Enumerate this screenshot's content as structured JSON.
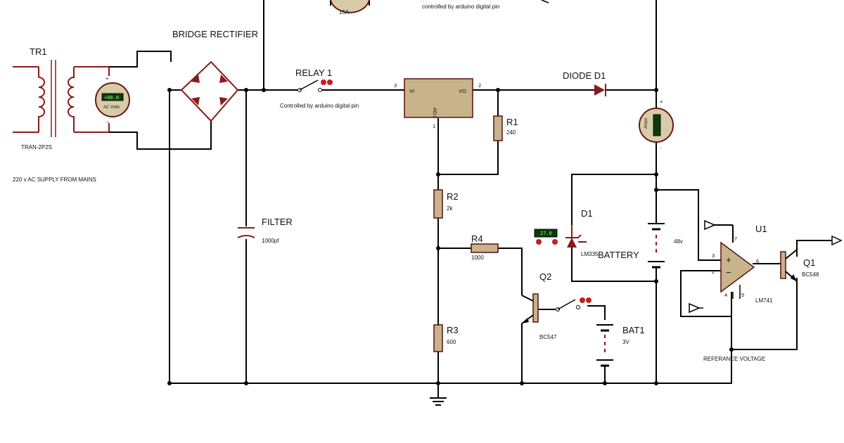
{
  "components": {
    "tr1": {
      "ref": "TR1",
      "model": "TRAN-2P2S"
    },
    "supply_note": "220 v AC SUPPLY FROM MAINS",
    "ac_meter": {
      "reading": "+00.0",
      "unit": "AC Volts"
    },
    "bridge": {
      "label": "BRIDGE RECTIFIER"
    },
    "filter": {
      "label": "FILTER",
      "value": "1000pf"
    },
    "relay1": {
      "label": "RELAY 1",
      "note": "Controlled by arduino digital pin"
    },
    "top_meter": {
      "value": "15A"
    },
    "top_note": "controlled by arduino digital pin",
    "regulator": {
      "pin_in": "3",
      "pin_out": "2",
      "pin_adj": "1",
      "vi": "VI",
      "vo": "VO",
      "adj": "ADJ"
    },
    "diode": {
      "label": "DIODE D1"
    },
    "dc_meter": {
      "unit": "Amps",
      "plus": "+",
      "minus": "-"
    },
    "r1": {
      "ref": "R1",
      "value": "240"
    },
    "r2": {
      "ref": "R2",
      "value": "2k"
    },
    "r3": {
      "ref": "R3",
      "value": "600"
    },
    "r4": {
      "ref": "R4",
      "value": "1000"
    },
    "d1": {
      "ref": "D1",
      "model": "LM335",
      "reading": "27.0"
    },
    "battery": {
      "label": "BATTERY",
      "value": "48v"
    },
    "q2": {
      "ref": "Q2",
      "model": "BC547"
    },
    "bat1": {
      "ref": "BAT1",
      "value": "3V"
    },
    "u1": {
      "ref": "U1",
      "model": "LM741",
      "pins": [
        "7",
        "3",
        "2",
        "6",
        "4",
        "5"
      ]
    },
    "q1": {
      "ref": "Q1",
      "model": "BC548"
    },
    "ref_note": "REFERANCE VOLTAGE"
  }
}
